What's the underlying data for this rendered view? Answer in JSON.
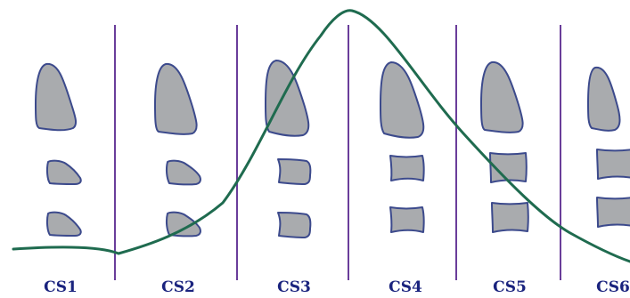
{
  "stages": [
    {
      "label": "CS1"
    },
    {
      "label": "CS2"
    },
    {
      "label": "CS3"
    },
    {
      "label": "CS4"
    },
    {
      "label": "CS5"
    },
    {
      "label": "CS6"
    }
  ],
  "colors": {
    "divider": "#6a3d9a",
    "curve": "#1f6b4f",
    "bone_fill": "#a9abae",
    "bone_stroke": "#3c4a8c",
    "label": "#1a237e"
  },
  "shapes": {
    "dens": "dens",
    "c2": "vertebra-c2",
    "c3": "vertebra-c3",
    "c4": "vertebra-c4"
  }
}
